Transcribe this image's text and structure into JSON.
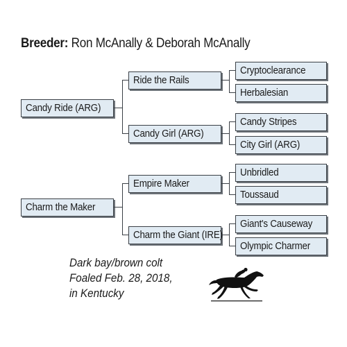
{
  "breeder": {
    "label": "Breeder:",
    "value": "Ron McAnally & Deborah McAnally"
  },
  "sire": {
    "name": "Candy Ride (ARG)",
    "sire": {
      "name": "Ride the Rails",
      "sire": "Cryptoclearance",
      "dam": "Herbalesian"
    },
    "dam": {
      "name": "Candy Girl (ARG)",
      "sire": "Candy Stripes",
      "dam": "City Girl (ARG)"
    }
  },
  "dam": {
    "name": "Charm the Maker",
    "sire": {
      "name": "Empire Maker",
      "sire": "Unbridled",
      "dam": "Toussaud"
    },
    "dam": {
      "name": "Charm the Giant (IRE)",
      "sire": "Giant's Causeway",
      "dam": "Olympic Charmer"
    }
  },
  "description": {
    "line1": "Dark bay/brown colt",
    "line2": "Foaled Feb. 28, 2018,",
    "line3": "in Kentucky"
  },
  "colors": {
    "box_fill": "#e1ebf3",
    "box_border": "#3a3f45",
    "shadow": "#6e747a"
  },
  "icons": {
    "horse": "racehorse-silhouette-icon"
  }
}
